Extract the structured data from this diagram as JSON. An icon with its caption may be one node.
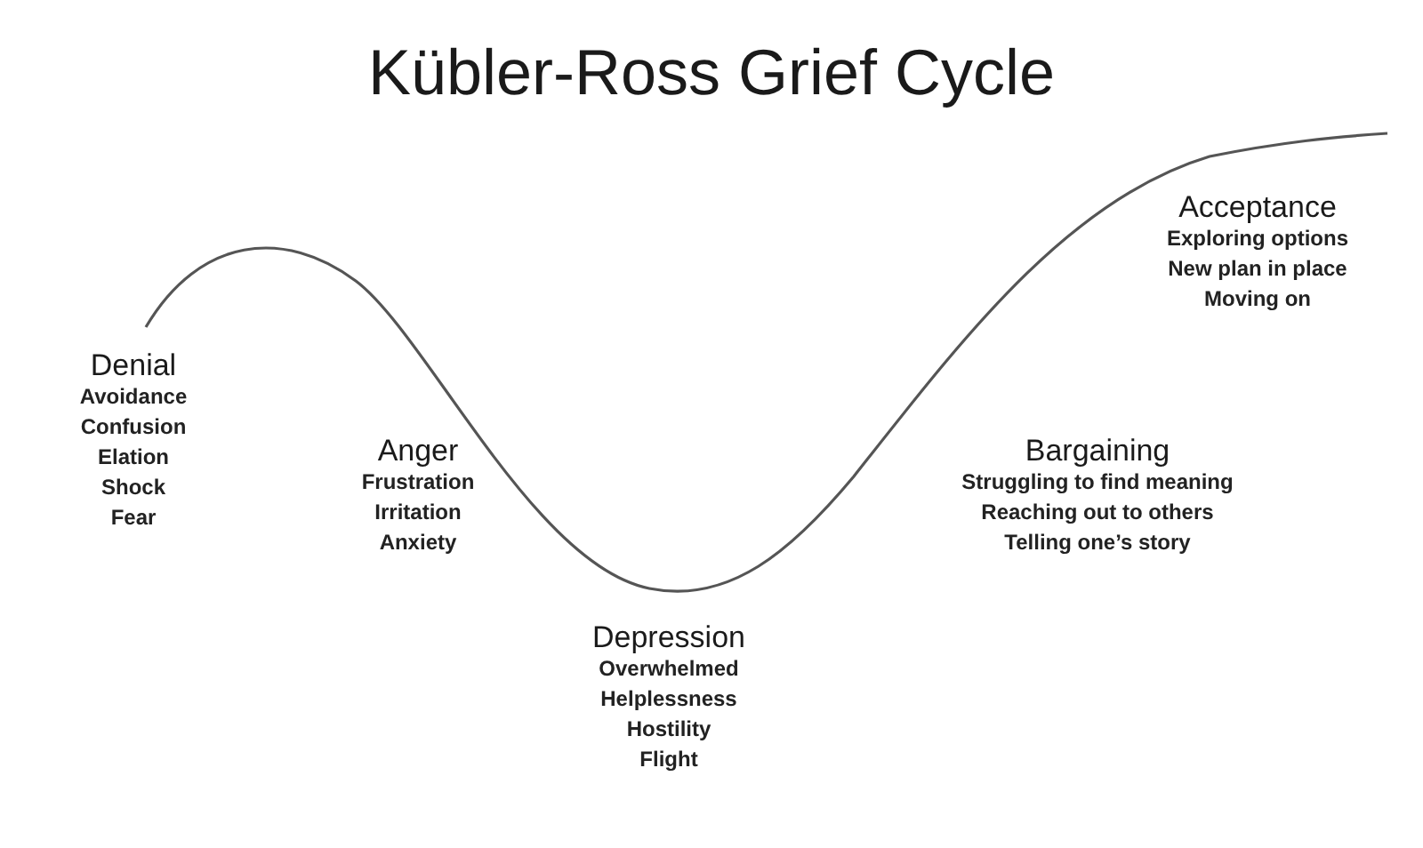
{
  "diagram": {
    "title": "Kübler-Ross Grief Cycle",
    "nodes": [
      {
        "text": [
          "Denial",
          "Avoidance",
          "Confusion",
          "Elation",
          "Shock",
          "Fear"
        ]
      },
      {
        "text": [
          "Anger",
          "Frustration",
          "Irritation",
          "Anxiety"
        ]
      },
      {
        "text": [
          "Depression",
          "Overwhelmed",
          "Helplessness",
          "Hostility",
          "Flight"
        ]
      },
      {
        "text": [
          "Bargaining",
          "Struggling to find meaning",
          "Reaching out to others",
          "Telling one’s story"
        ]
      },
      {
        "text": [
          "Acceptance",
          "Exploring options",
          "New plan in place",
          "Moving on"
        ]
      }
    ]
  }
}
